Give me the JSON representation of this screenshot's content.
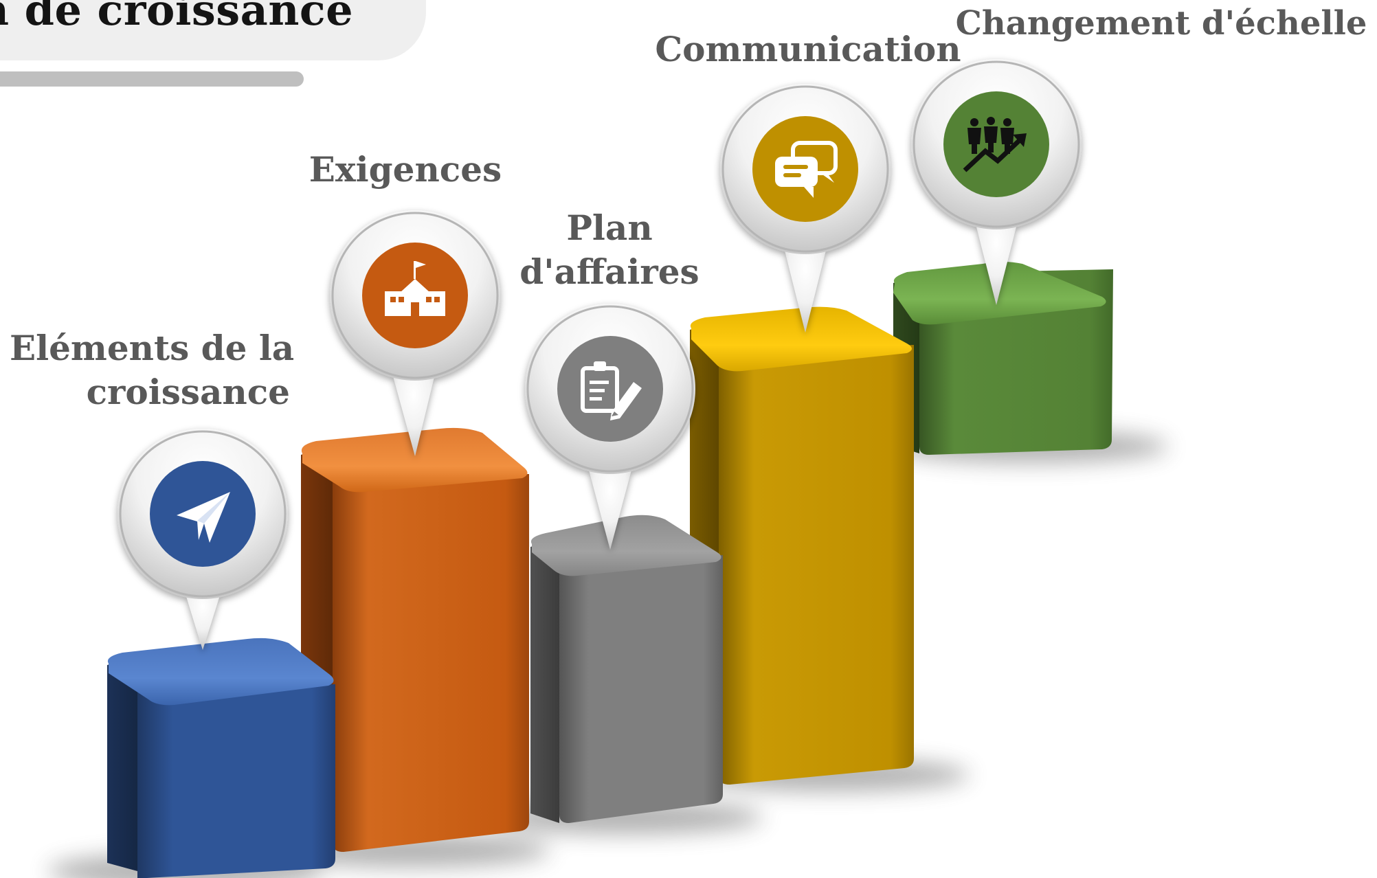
{
  "title": {
    "text": "n de croissance"
  },
  "steps": [
    {
      "label_line1": "Eléments de la",
      "label_line2": "croissance",
      "color": "#2F5597",
      "icon": "paper-plane-icon"
    },
    {
      "label_line1": "Exigences",
      "label_line2": "",
      "color": "#C55A11",
      "icon": "school-building-icon"
    },
    {
      "label_line1": "Plan",
      "label_line2": "d'affaires",
      "color": "#7F7F7F",
      "icon": "clipboard-pencil-icon"
    },
    {
      "label_line1": "Communication",
      "label_line2": "",
      "color": "#BF9000",
      "icon": "chat-bubbles-icon"
    },
    {
      "label_line1": "Changement d'échelle",
      "label_line2": "",
      "color": "#548235",
      "icon": "people-growth-icon"
    }
  ],
  "colors": {
    "label_text": "#595959",
    "title_text": "#141414",
    "title_background": "#EFEFEF",
    "underline": "#BFBFBF"
  }
}
